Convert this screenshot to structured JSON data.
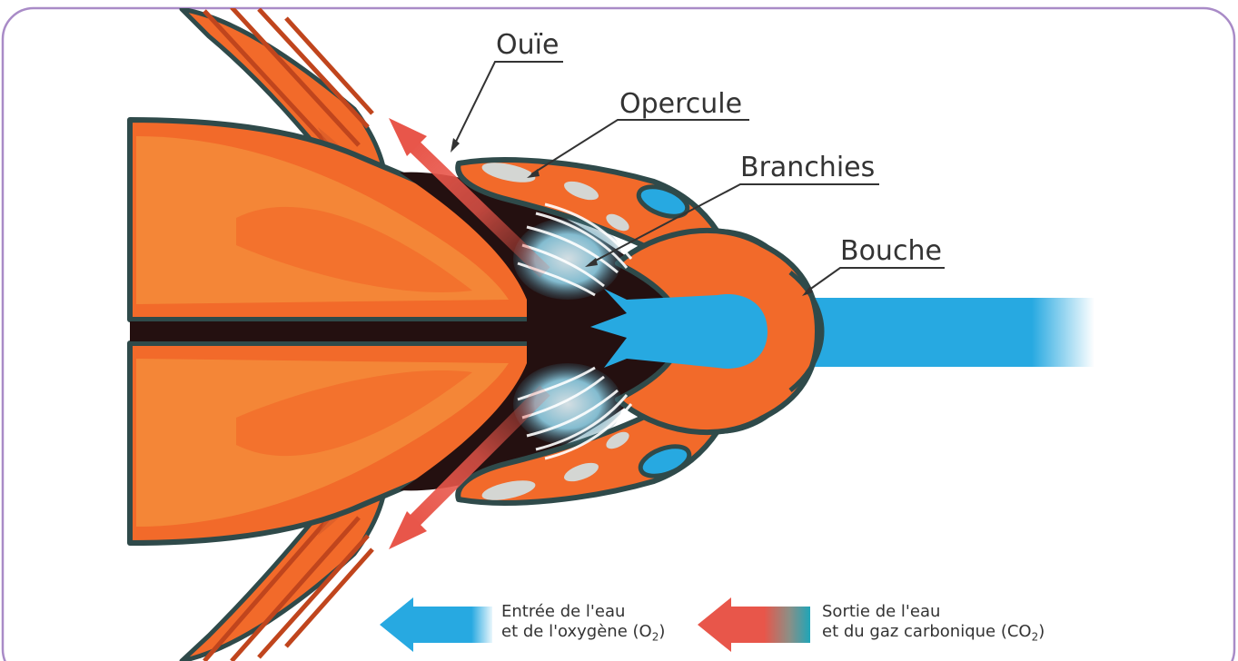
{
  "labels": {
    "ouie": "Ouïe",
    "opercule": "Opercule",
    "branchies": "Branchies",
    "bouche": "Bouche"
  },
  "legend": {
    "inflow": {
      "line1": "Entrée de l'eau",
      "line2_prefix": "et de l'oxygène (O",
      "line2_sub": "2",
      "line2_suffix": ")"
    },
    "outflow": {
      "line1": "Sortie de l'eau",
      "line2_prefix": "et du gaz carbonique (CO",
      "line2_sub": "2",
      "line2_suffix": ")"
    }
  },
  "colors": {
    "frame": "#a98bc7",
    "body_orange": "#f26a2a",
    "body_light": "#f58b3a",
    "outline": "#2f4a4a",
    "dark_cavity": "#241010",
    "water_blue": "#27a9e1",
    "out_red": "#e8564a",
    "gill_light": "#cfeaf2"
  }
}
